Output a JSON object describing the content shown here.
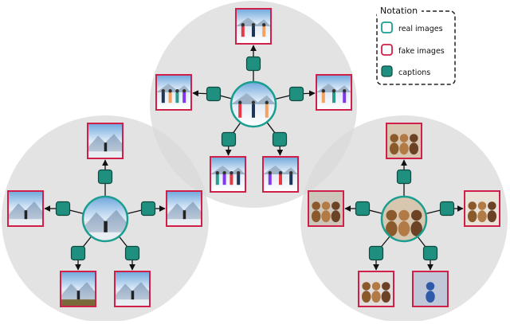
{
  "legend": {
    "title": "Notation",
    "items": [
      {
        "label": "real images",
        "kind": "real",
        "color": "#1a9e8f"
      },
      {
        "label": "fake images",
        "kind": "fake",
        "color": "#d0204a"
      },
      {
        "label": "captions",
        "kind": "caption",
        "color": "#1a9e8f"
      }
    ]
  },
  "colors": {
    "cluster_bg": "#d9d9d9",
    "real_border": "#1a9e8f",
    "fake_border": "#d0204a",
    "caption_fill": "#1f8f7f",
    "caption_stroke": "#0f4a40",
    "arrow": "#111111"
  },
  "clusters": [
    {
      "name": "cluster-ski-group",
      "center_image": "group-of-skiers-photo",
      "caption_count": 5,
      "generated_images": [
        "skiers-on-slope",
        "skier-yellow-suit",
        "skiers-in-line",
        "skiers-portrait-a",
        "skiers-group-colorful"
      ]
    },
    {
      "name": "cluster-mountain-view",
      "center_image": "person-overlooking-mountains-photo",
      "caption_count": 5,
      "generated_images": [
        "hiker-on-peak",
        "person-with-phone-mountains",
        "mountain-valley-view",
        "mountain-tree-ridge",
        "person-on-snowfield"
      ]
    },
    {
      "name": "cluster-teddy-bears",
      "center_image": "pile-of-teddy-bears-photo",
      "caption_count": 5,
      "generated_images": [
        "brown-bears-group",
        "bears-on-shelf",
        "bears-colorful-outfits",
        "bears-on-bed",
        "blue-bear"
      ]
    }
  ]
}
